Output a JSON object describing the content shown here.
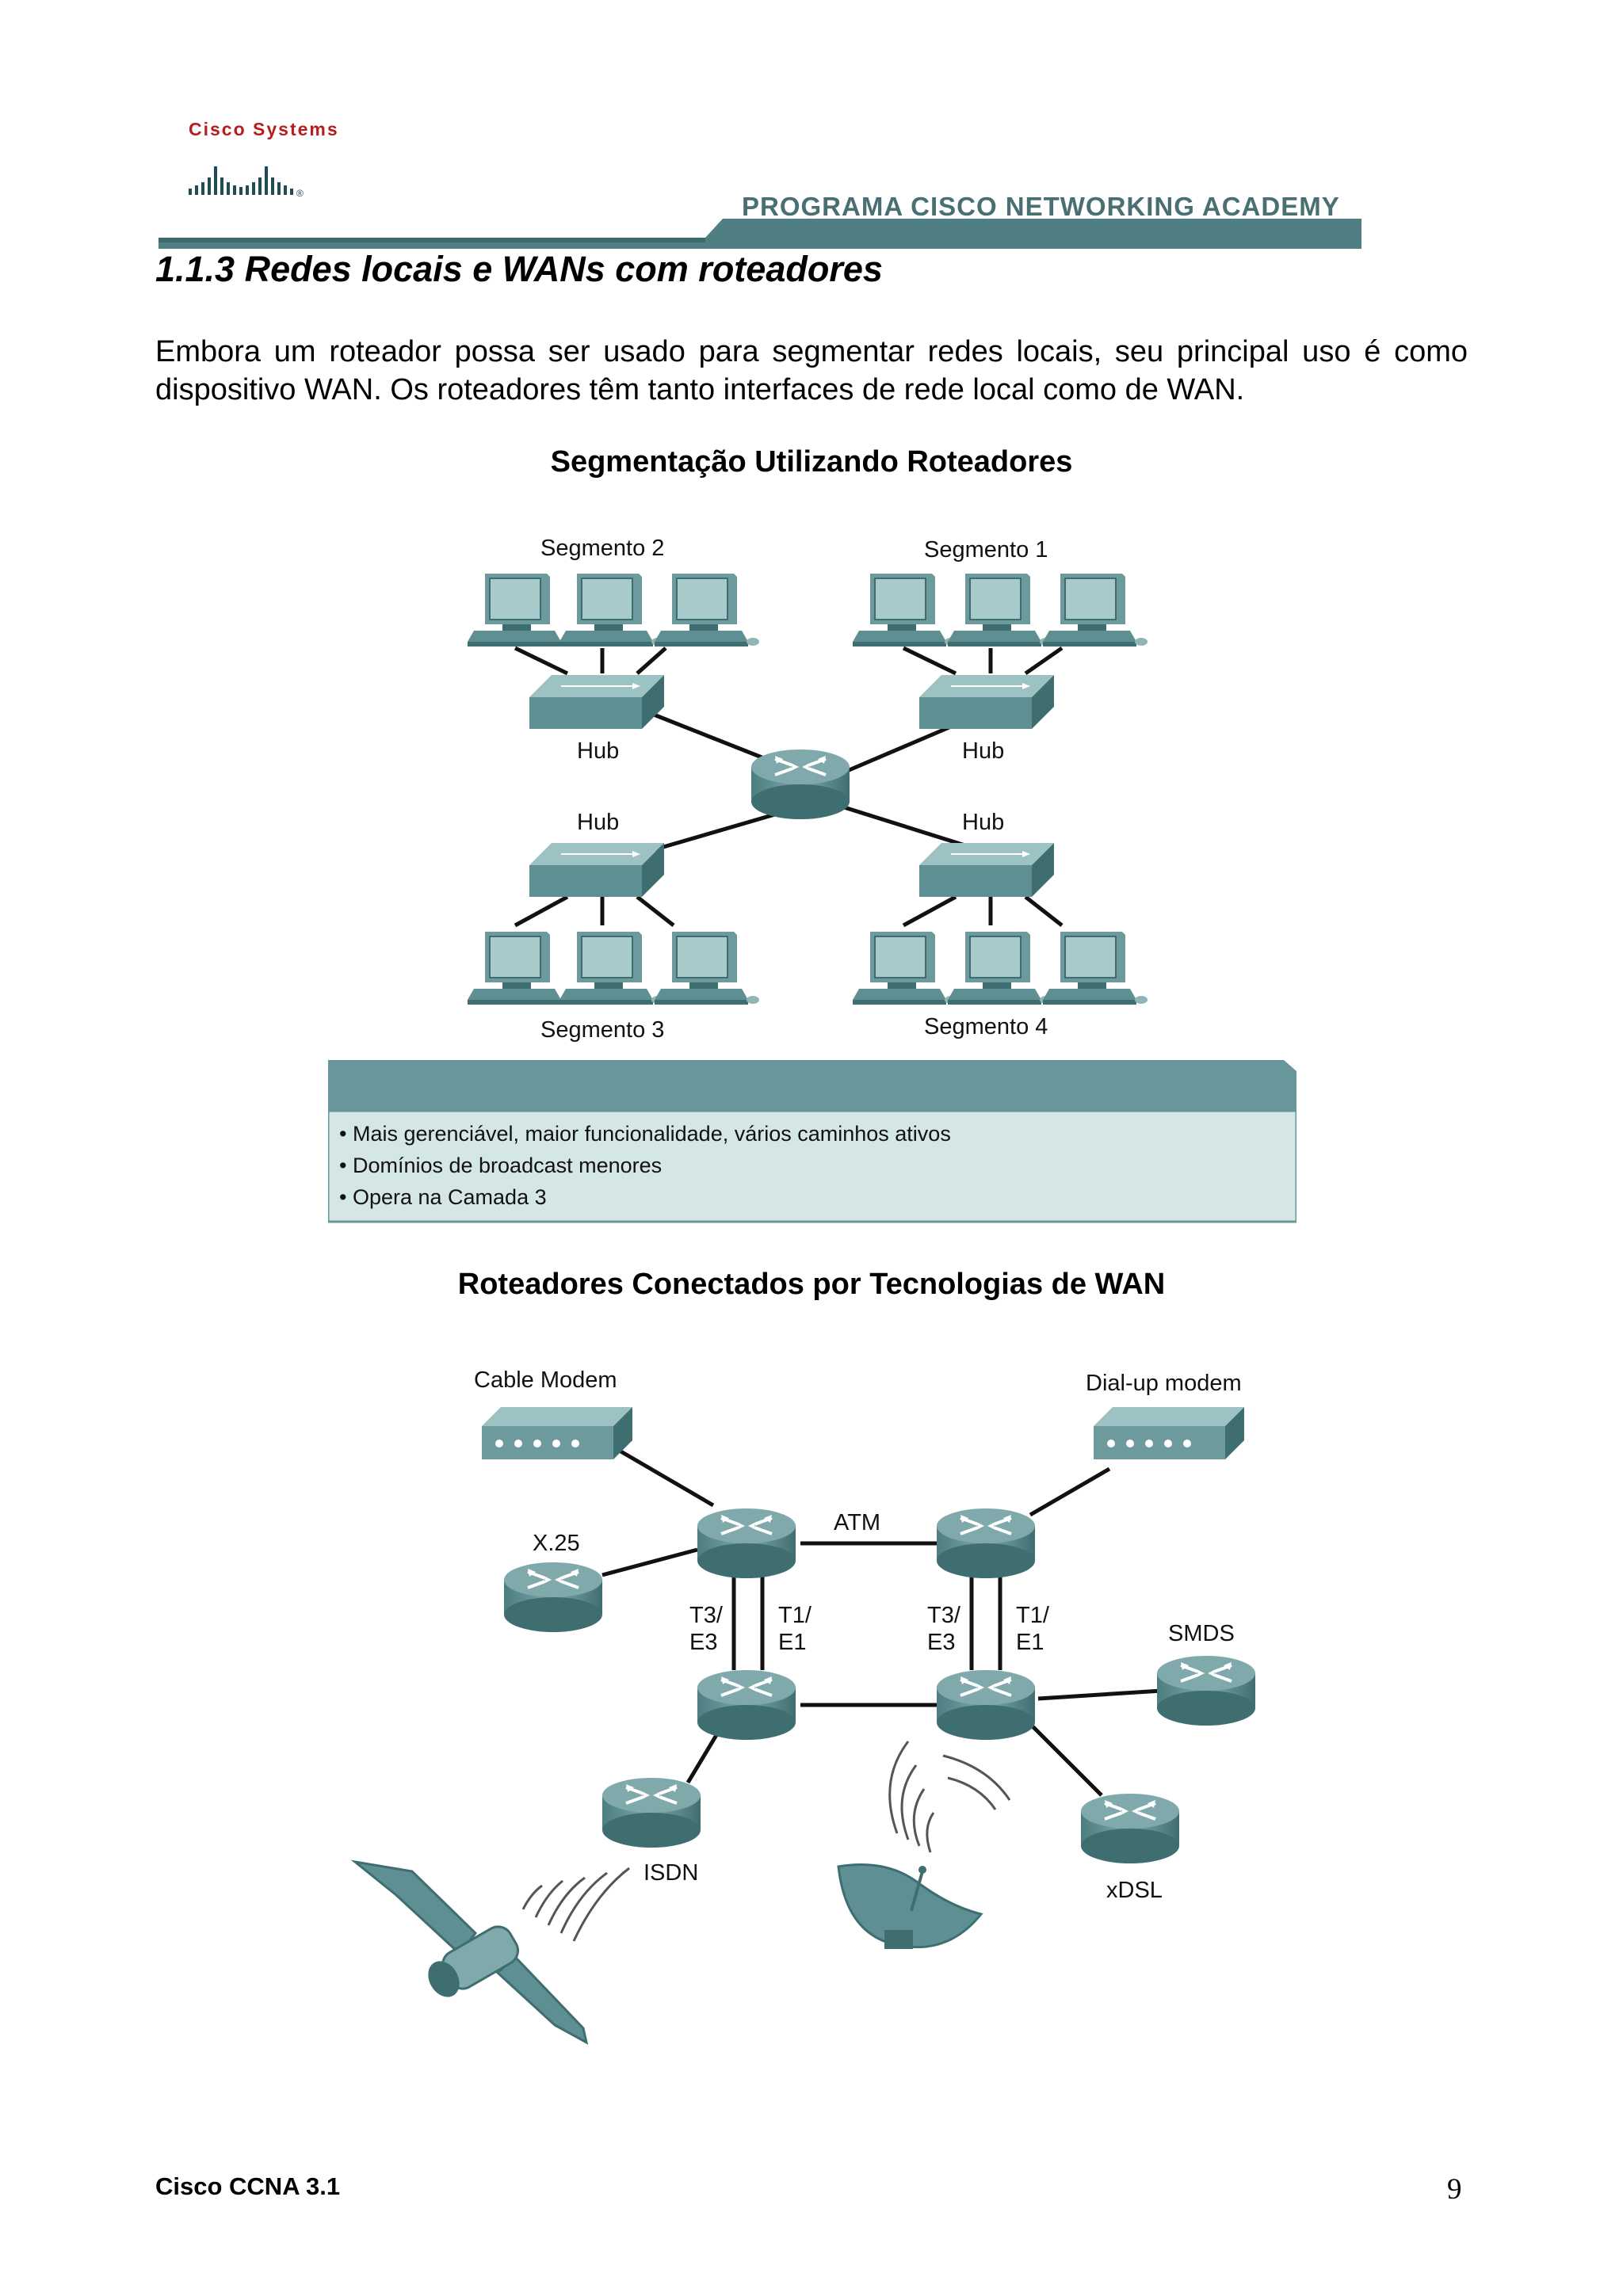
{
  "header": {
    "logo_text": "Cisco Systems",
    "program": "PROGRAMA CISCO NETWORKING ACADEMY",
    "band_color": "#4f7f83"
  },
  "section": {
    "title": "1.1.3 Redes locais e WANs com roteadores",
    "intro": "Embora um roteador possa ser usado para segmentar redes locais, seu principal uso é como dispositivo WAN.   Os roteadores têm tanto interfaces de rede local como de WAN."
  },
  "figure1": {
    "title": "Segmentação Utilizando Roteadores",
    "segments": [
      "Segmento 2",
      "Segmento 1",
      "Segmento 3",
      "Segmento 4"
    ],
    "hub_label": "Hub",
    "bullets": [
      "• Mais gerenciável, maior funcionalidade, vários caminhos ativos",
      "• Domínios de broadcast menores",
      "• Opera na Camada 3"
    ]
  },
  "figure2": {
    "title": "Roteadores Conectados por Tecnologias de WAN",
    "cable_modem": "Cable Modem",
    "dialup_modem": "Dial-up modem",
    "atm": "ATM",
    "x25": "X.25",
    "t3_left": "T3/\nE3",
    "t1_left": "T1/\nE1",
    "t3_right": "T3/\nE3",
    "t1_right": "T1/\nE1",
    "smds": "SMDS",
    "isdn": "ISDN",
    "xdsl": "xDSL"
  },
  "footer": {
    "course": "Cisco CCNA 3.1",
    "page": "9"
  },
  "colors": {
    "device": "#5e8f92",
    "device_dark": "#3f6e71",
    "device_light": "#9cc2c3",
    "box_header": "#67979a",
    "box_body": "#d5e6e7"
  }
}
